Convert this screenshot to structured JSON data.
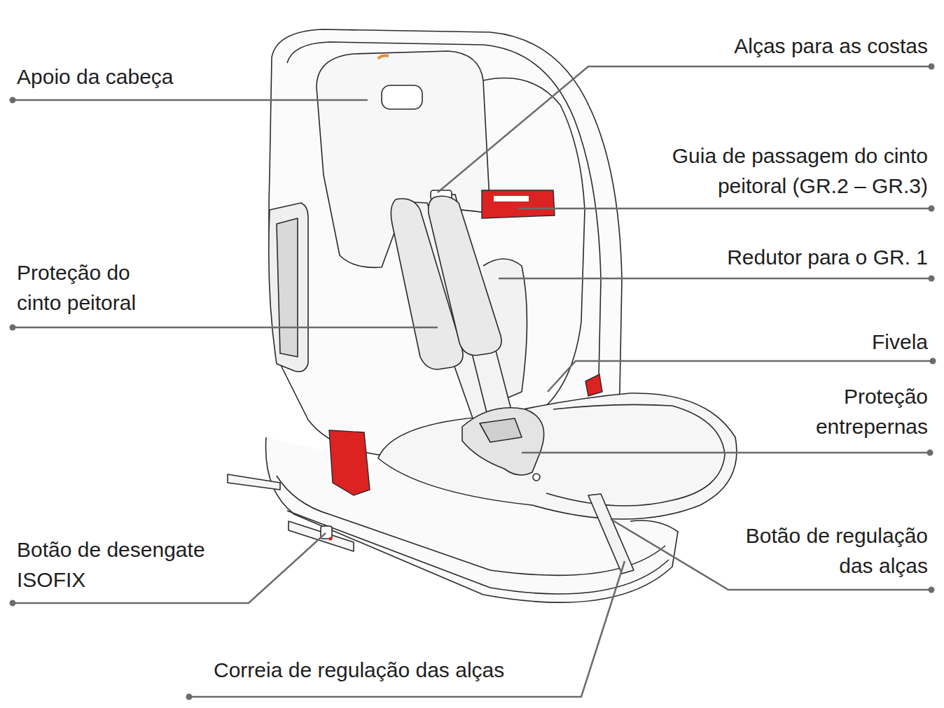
{
  "diagram": {
    "labels": [
      "Apoio da cabeça",
      "Alças para as costas",
      "Guia de passagem do cinto peitoral (GR.2 – GR.3)",
      "Redutor para o GR. 1",
      "Proteção do cinto peitoral",
      "Fivela",
      "Proteção entrepernas",
      "Botão de desengate ISOFIX",
      "Botão de regulação das alças",
      "Correia de regulação das alças"
    ]
  }
}
